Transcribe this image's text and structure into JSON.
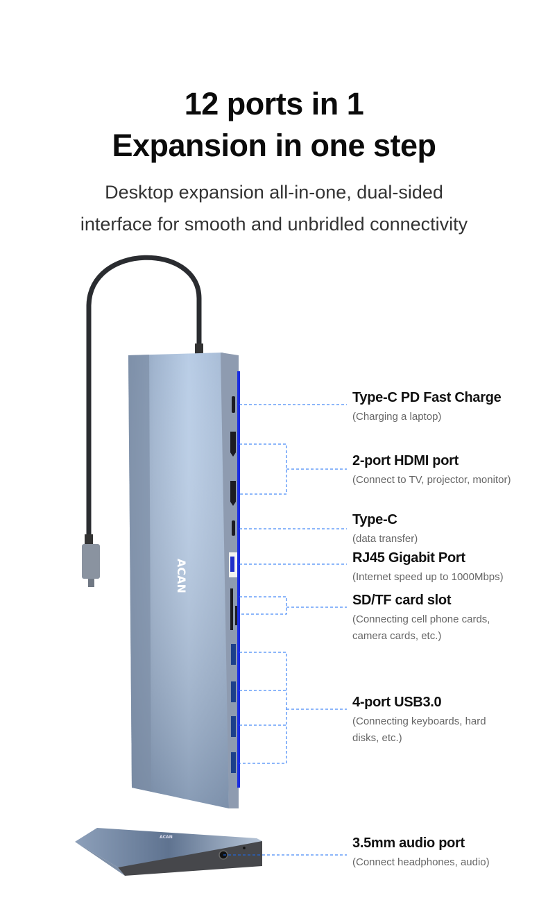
{
  "headline": {
    "line1": "12 ports in 1",
    "line2": "Expansion in one step"
  },
  "subtitle": {
    "line1": "Desktop expansion all-in-one, dual-sided",
    "line2": "interface for smooth and unbridled connectivity"
  },
  "brand_logo": "ACAN",
  "ports": [
    {
      "title": "Type-C PD Fast Charge",
      "desc": "(Charging a laptop)"
    },
    {
      "title": "2-port HDMI port",
      "desc": "(Connect to TV, projector, monitor)"
    },
    {
      "title": "Type-C",
      "desc": "(data transfer)"
    },
    {
      "title": "RJ45 Gigabit Port",
      "desc": "(Internet speed up to 1000Mbps)"
    },
    {
      "title": "SD/TF card slot",
      "desc": "(Connecting cell phone cards,",
      "desc2": "camera cards, etc.)"
    },
    {
      "title": "4-port USB3.0",
      "desc": "(Connecting keyboards, hard",
      "desc2": "disks, etc.)"
    },
    {
      "title": "3.5mm audio port",
      "desc": "(Connect headphones, audio)"
    }
  ],
  "colors": {
    "leader": "#1a6ef5",
    "body": "#9fb5d2",
    "rail": "#1b2de0"
  }
}
